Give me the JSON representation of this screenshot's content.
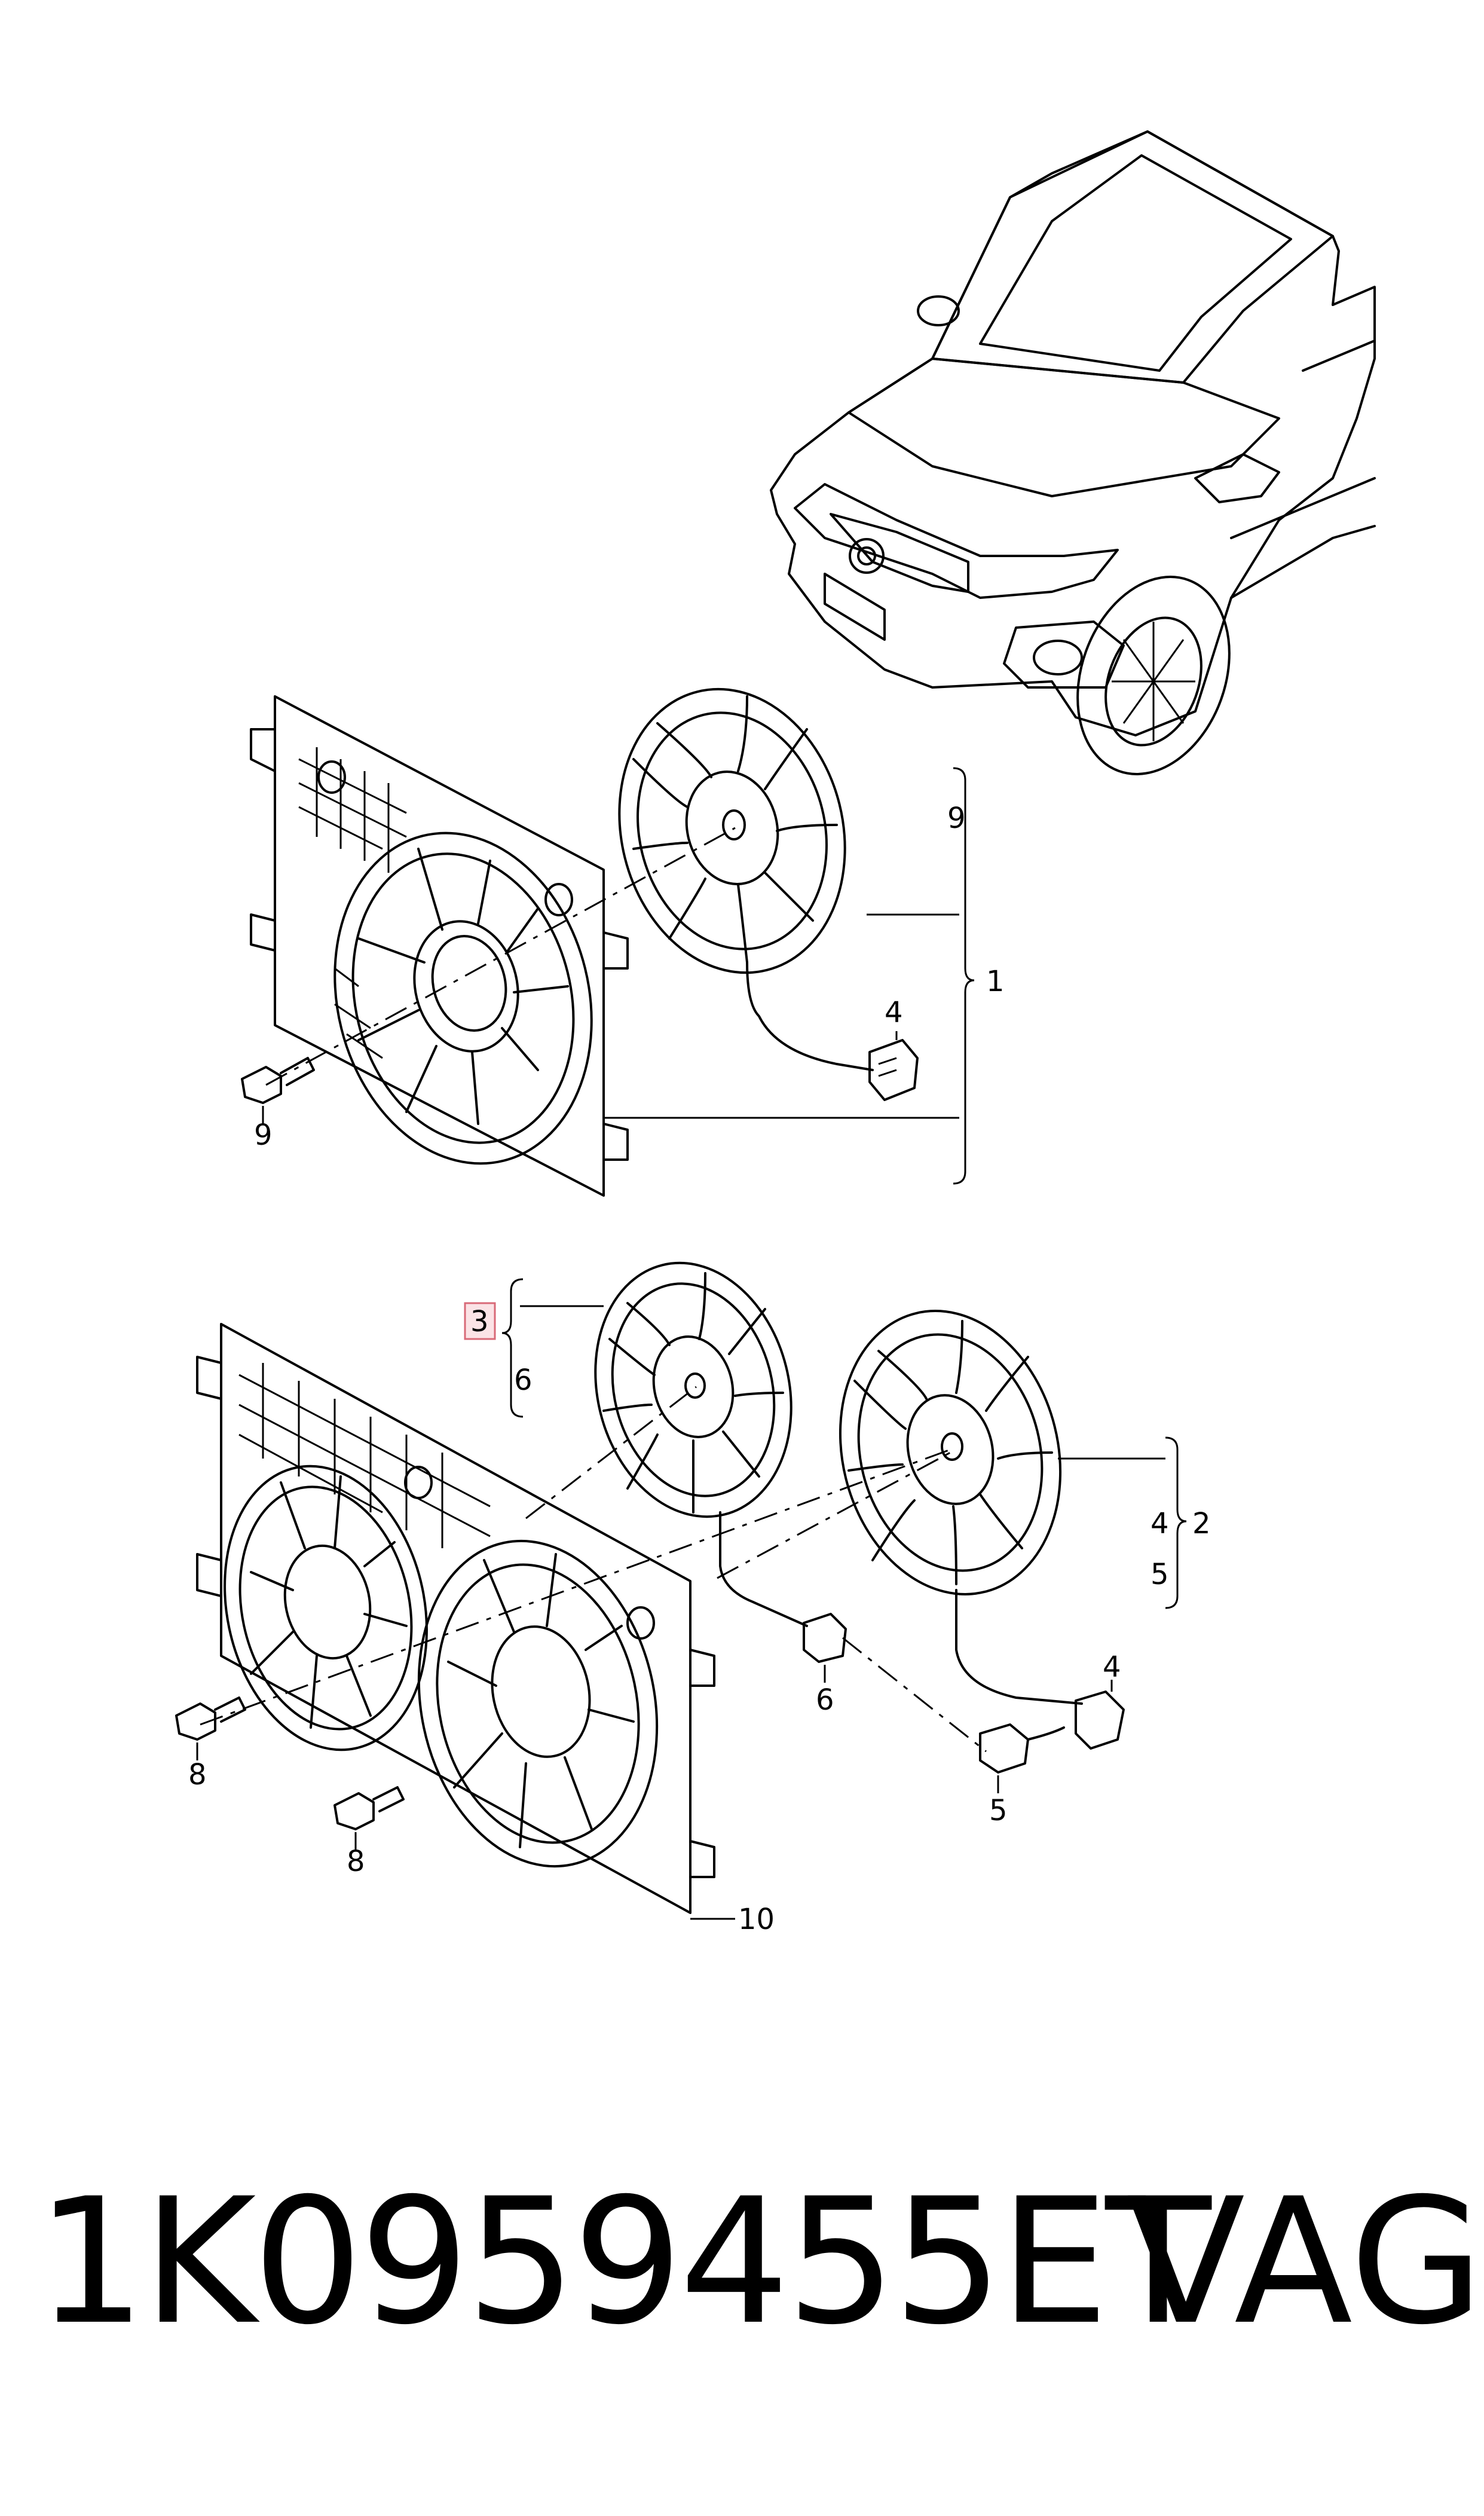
{
  "callouts": {
    "c1": "1",
    "c2": "2",
    "c3": "3",
    "c4a": "4",
    "c4b": "4",
    "c4c": "4",
    "c5a": "5",
    "c5b": "5",
    "c6a": "6",
    "c6b": "6",
    "c8a": "8",
    "c8b": "8",
    "c9a": "9",
    "c9b": "9",
    "c10": "10"
  },
  "footer": {
    "part_number": "1K0959455ET",
    "brand": "VAG"
  },
  "highlight_color": "#fbe3e6"
}
